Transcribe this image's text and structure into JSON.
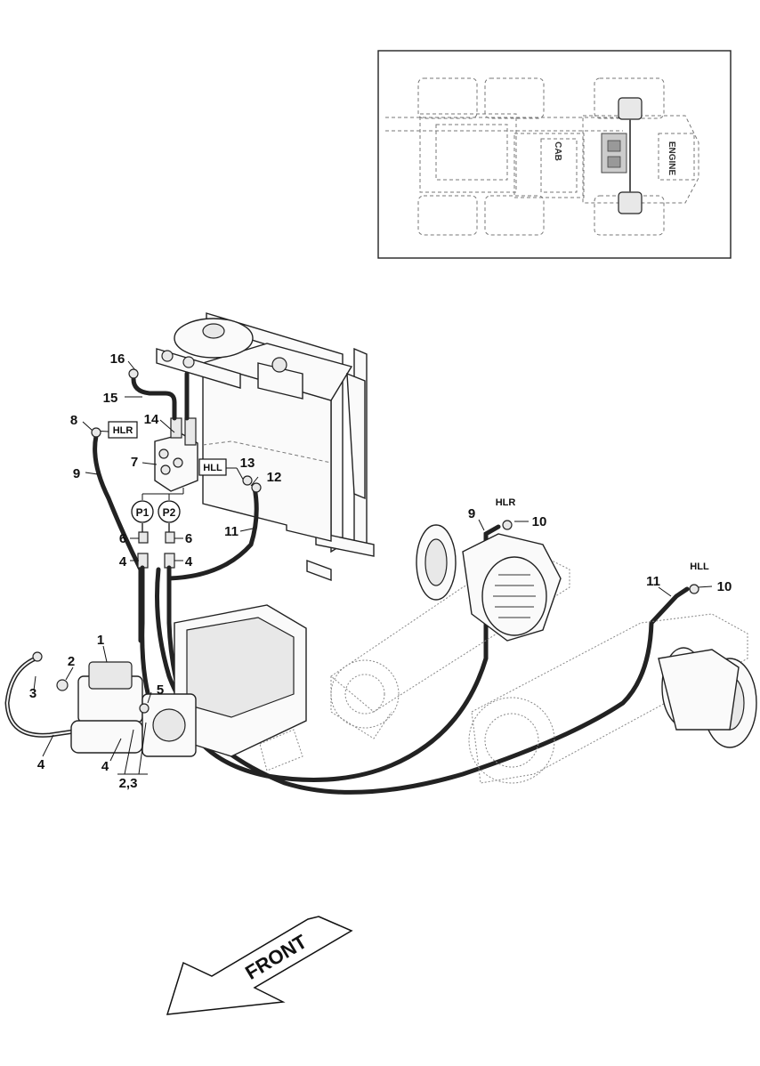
{
  "inset": {
    "cab_label": "CAB",
    "engine_label": "ENGINE"
  },
  "tags": {
    "hlr_box": "HLR",
    "hll_box": "HLL",
    "hlr_motor": "HLR",
    "hll_motor": "HLL",
    "p1": "P1",
    "p2": "P2"
  },
  "callouts": {
    "c16": "16",
    "c15": "15",
    "c14": "14",
    "c8": "8",
    "c7": "7",
    "c9_left": "9",
    "c13": "13",
    "c12": "12",
    "c11_tank": "11",
    "c6_left": "6",
    "c6_right": "6",
    "c4_left": "4",
    "c4_right": "4",
    "c9_motor": "9",
    "c10_hlr": "10",
    "c11_motor": "11",
    "c10_hll": "10",
    "c1": "1",
    "c2": "2",
    "c3": "3",
    "c5": "5",
    "c4_pump_left": "4",
    "c4_pump_mid": "4",
    "c23": "2,3"
  },
  "front_label": "FRONT",
  "colors": {
    "line": "#222222",
    "dashed": "#777777",
    "background": "#ffffff"
  }
}
